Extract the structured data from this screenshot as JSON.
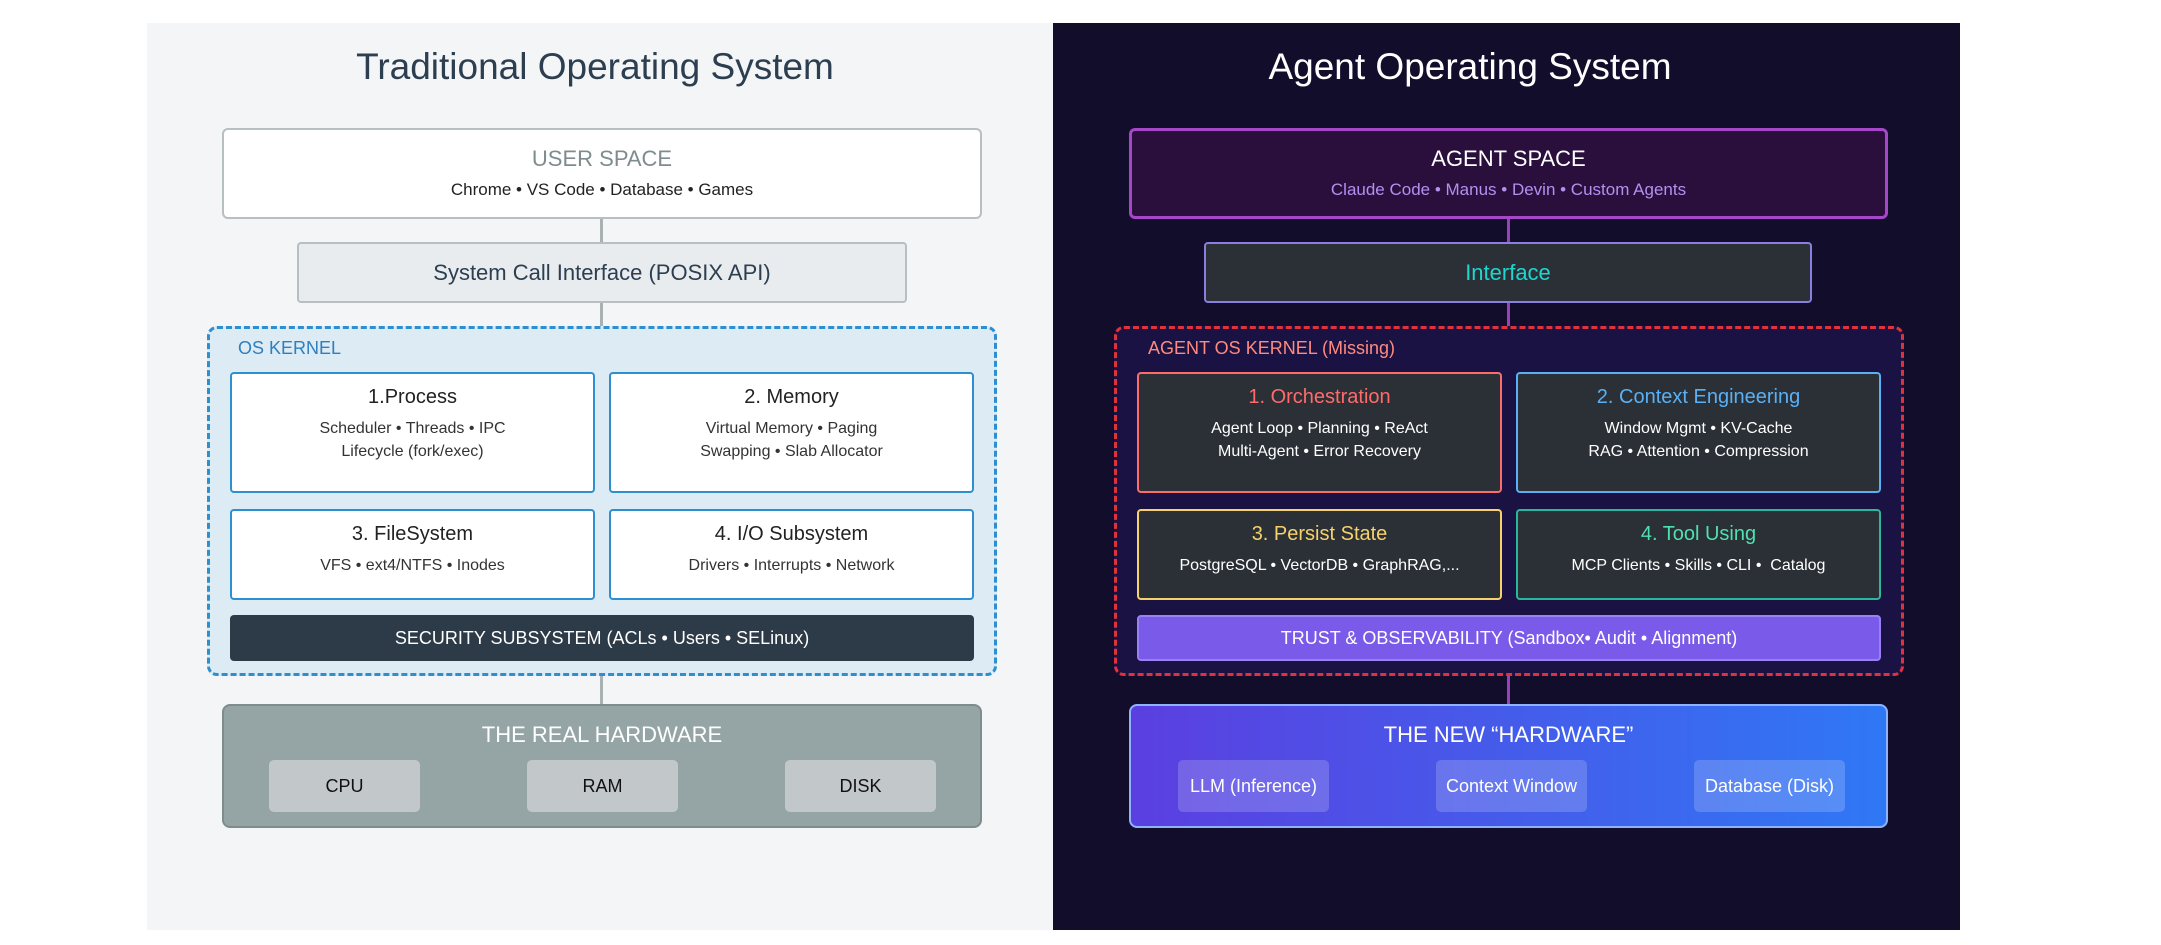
{
  "traditional": {
    "title": "Traditional Operating System",
    "user_space": {
      "title": "USER SPACE",
      "items": "Chrome • VS Code • Database • Games"
    },
    "syscall": "System Call Interface (POSIX API)",
    "kernel": {
      "label": "OS KERNEL",
      "cards": [
        {
          "title": "1.Process",
          "line1": "Scheduler • Threads • IPC",
          "line2": "Lifecycle (fork/exec)"
        },
        {
          "title": "2. Memory",
          "line1": "Virtual Memory • Paging",
          "line2": "Swapping • Slab Allocator"
        },
        {
          "title": "3. FileSystem",
          "line1": "VFS • ext4/NTFS • Inodes",
          "line2": ""
        },
        {
          "title": "4. I/O Subsystem",
          "line1": "Drivers • Interrupts • Network",
          "line2": ""
        }
      ],
      "security": "SECURITY SUBSYSTEM (ACLs • Users • SELinux)"
    },
    "hardware": {
      "title": "THE REAL HARDWARE",
      "chips": [
        "CPU",
        "RAM",
        "DISK"
      ]
    }
  },
  "agent": {
    "title": "Agent Operating System",
    "agent_space": {
      "title": "AGENT SPACE",
      "items": "Claude Code • Manus • Devin • Custom Agents"
    },
    "interface": "Interface",
    "kernel": {
      "label": "AGENT OS KERNEL (Missing)",
      "cards": [
        {
          "title": "1. Orchestration",
          "line1": "Agent Loop • Planning • ReAct",
          "line2": "Multi-Agent • Error Recovery"
        },
        {
          "title": "2. Context Engineering",
          "line1": "Window Mgmt • KV-Cache",
          "line2": "RAG • Attention • Compression"
        },
        {
          "title": "3. Persist State",
          "line1": "PostgreSQL • VectorDB • GraphRAG,...",
          "line2": ""
        },
        {
          "title": "4. Tool Using",
          "line1": "MCP Clients • Skills • CLI •  Catalog",
          "line2": ""
        }
      ],
      "trust": "TRUST & OBSERVABILITY (Sandbox• Audit • Alignment)"
    },
    "hardware": {
      "title": "THE NEW “HARDWARE”",
      "chips": [
        "LLM (Inference)",
        "Context Window",
        "Database (Disk)"
      ]
    }
  },
  "colors": {
    "left_bg": "#f3f5f7",
    "right_bg": "#110d2b",
    "kernel_blue": "#2e8fd0",
    "kernel_red": "#e0323c",
    "orchestration": "#ff6b6b",
    "context": "#5ab0f5",
    "persist": "#f5d26b",
    "tool": "#4ee0b0",
    "interface": "#1ed6d0",
    "trust": "#7a5ae8"
  }
}
